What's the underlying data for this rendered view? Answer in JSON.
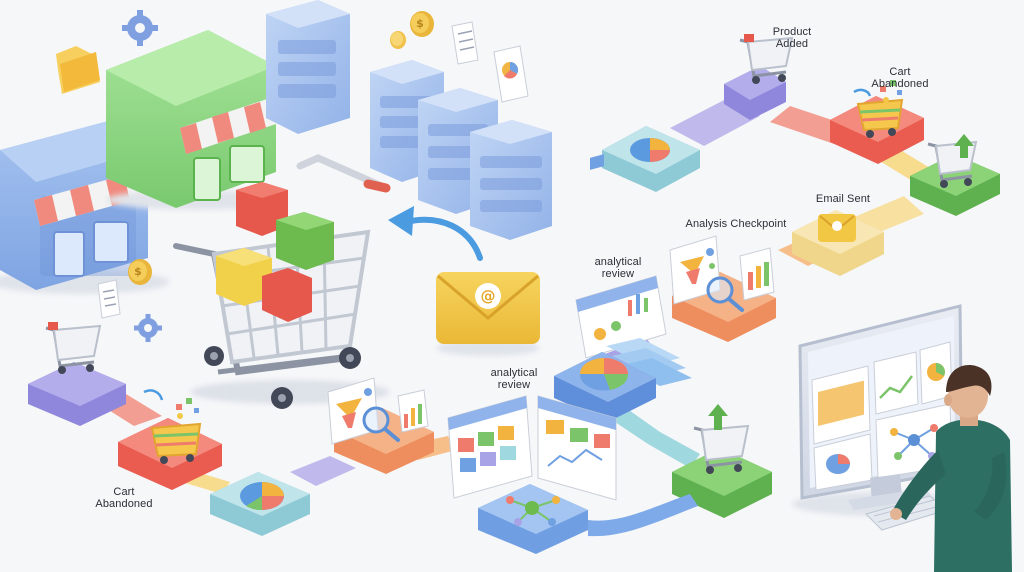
{
  "labels": {
    "product_added": "Product\nAdded",
    "cart_abandoned_top": "Cart\nAbandoned",
    "email_sent": "Email Sent",
    "analysis_checkpoint": "Analysis Checkpoint",
    "analytical_review_upper": "analytical\nreview",
    "analytical_review_lower": "analytical\nreview",
    "cart_abandoned_bottom": "Cart\nAbandoned"
  },
  "email_symbol": "@",
  "coin_symbol": "$",
  "colors": {
    "background": "#f6f7f9",
    "tile_lavender": "#a9a5e6",
    "tile_coral": "#ef7b6c",
    "tile_green": "#7bc46a",
    "tile_cream": "#f7e4a6",
    "tile_orange": "#f4a262",
    "tile_blue": "#6fa0e2",
    "tile_teal": "#9fd8df",
    "store_blue": "#8fb3ea",
    "store_green": "#8fd685",
    "server_blue": "#a9c4ee",
    "envelope_yellow": "#f2c744",
    "arrow_blue": "#4b9be0"
  }
}
